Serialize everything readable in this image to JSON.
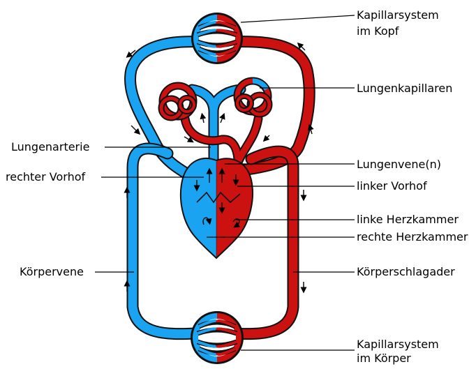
{
  "labels": {
    "head_capillaries_line1": "Kapillarsystem",
    "head_capillaries_line2": "im Kopf",
    "lung_capillaries": "Lungenkapillaren",
    "pulmonary_artery": "Lungenarterie",
    "right_atrium": "rechter Vorhof",
    "pulmonary_veins": "Lungenvene(n)",
    "left_atrium": "linker Vorhof",
    "left_ventricle": "linke Herzkammer",
    "right_ventricle": "rechte Herzkammer",
    "vena_cava": "Körpervene",
    "aorta": "Körperschlagader",
    "body_capillaries_line1": "Kapillarsystem",
    "body_capillaries_line2": "im Körper"
  },
  "colors": {
    "deoxygenated": "#1aa3f0",
    "oxygenated": "#cc1111",
    "outline": "#111111",
    "leader_line": "#000000"
  }
}
